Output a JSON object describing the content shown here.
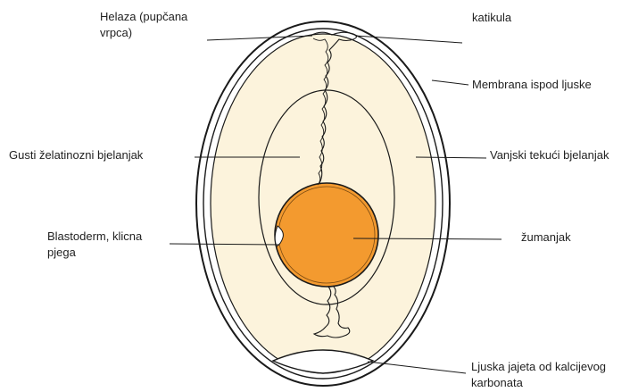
{
  "labels": {
    "chalaza": "Helaza (pupčana\nvrpca)",
    "cuticle": "katikula",
    "shell_membrane": "Membrana ispod ljuske",
    "thick_albumen": "Gusti želatinozni bjelanjak",
    "thin_albumen": "Vanjski tekući bjelanjak",
    "blastoderm": "Blastoderm, klicna\npjega",
    "yolk": "žumanjak",
    "shell": "Ljuska jajeta od kalcijevog\nkarbonata"
  },
  "colors": {
    "outline": "#1a1a1a",
    "albumen": "#fcf3dc",
    "yolk": "#f39a2f",
    "background": "#ffffff"
  }
}
